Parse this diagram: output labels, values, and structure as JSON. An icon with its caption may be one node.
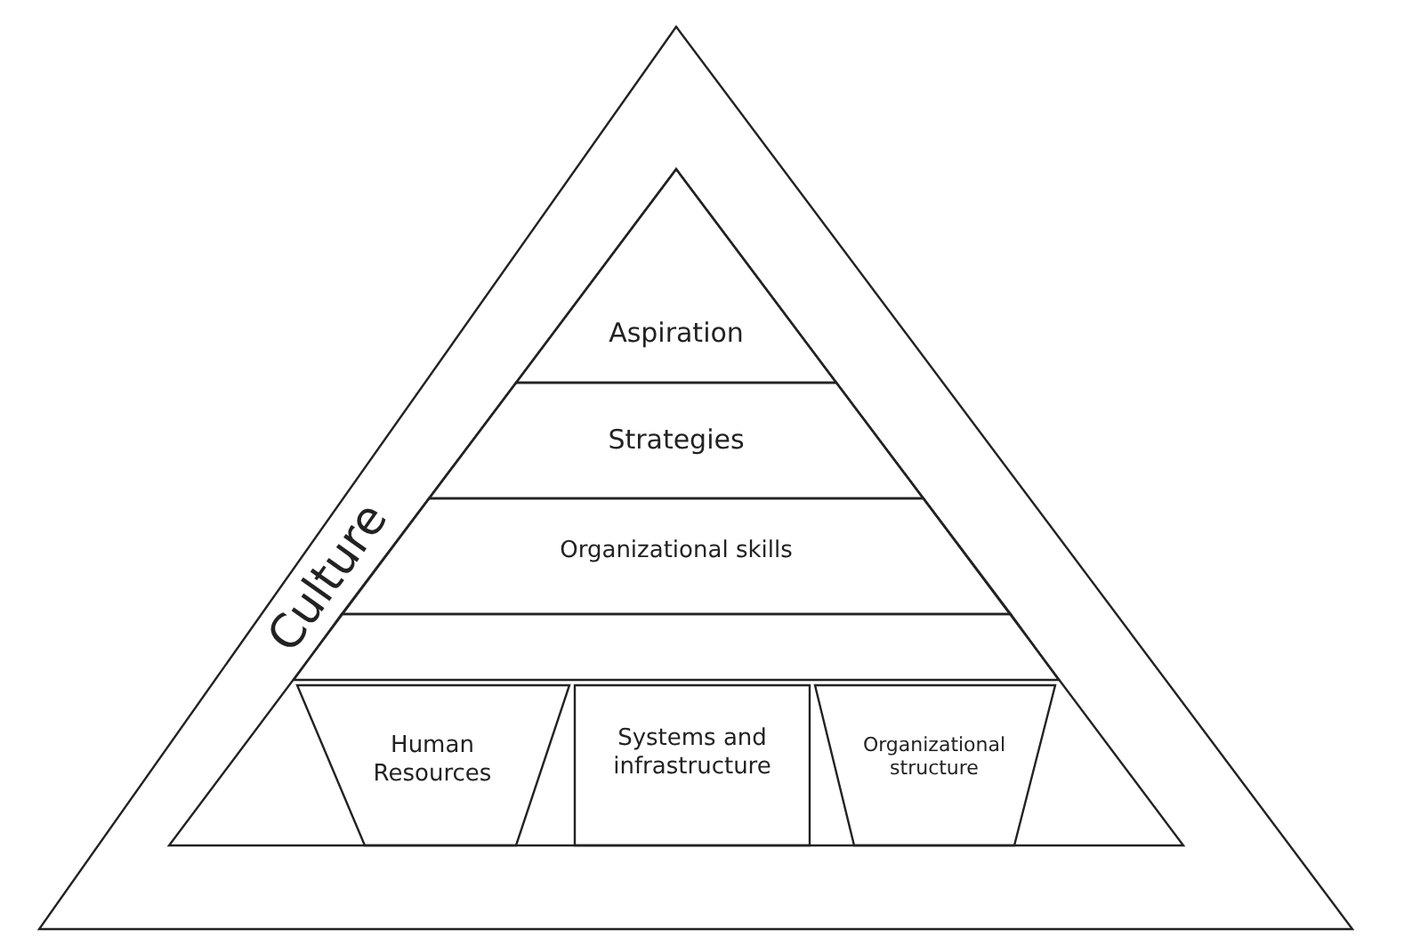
{
  "diagram": {
    "nodes": [
      {
        "text": [
          "Culture"
        ]
      },
      {
        "text": [],
        "shape": "triangle",
        "in": 0
      },
      {
        "text": [
          "Aspiration"
        ],
        "in": 1
      },
      {
        "text": [
          "Strategies"
        ],
        "in": 1
      },
      {
        "text": [
          "Organizational skills"
        ],
        "in": 1
      },
      {
        "text": [],
        "shape": "band",
        "in": 1
      },
      {
        "text": [
          "Human Resources"
        ],
        "in": 1
      },
      {
        "text": [
          "Systems and infrastructure"
        ],
        "in": 1
      },
      {
        "text": [
          "Organizational structure"
        ],
        "in": 1
      }
    ],
    "edges": []
  }
}
